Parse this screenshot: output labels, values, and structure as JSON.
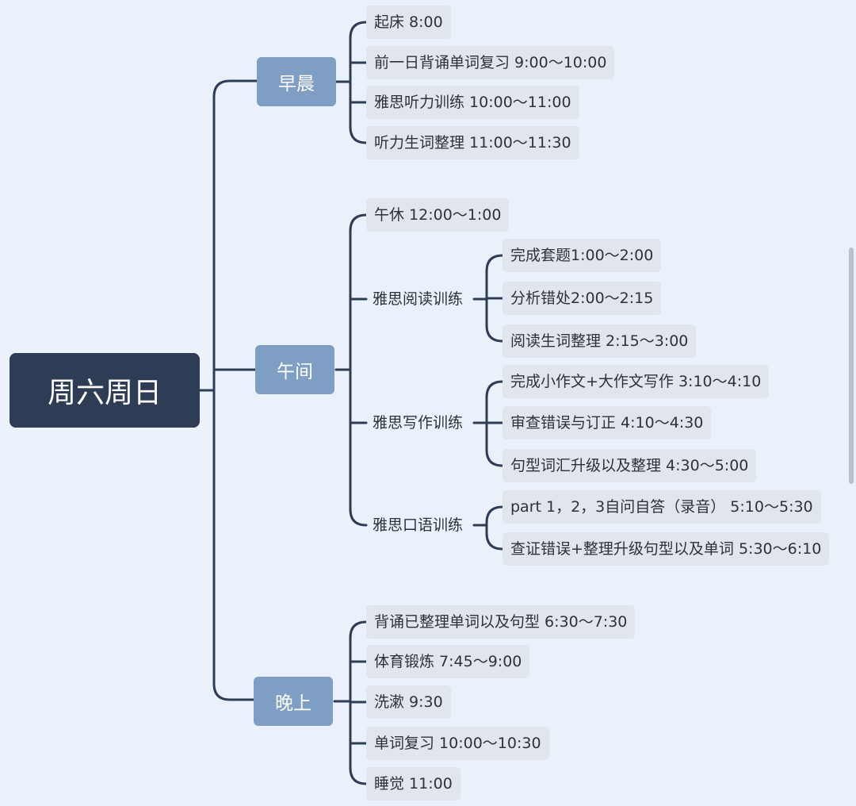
{
  "root": "周六周日",
  "sections": [
    {
      "label": "早晨",
      "items": [
        "起床 8:00",
        "前一日背诵单词复习 9:00～10:00",
        "雅思听力训练 10:00～11:00",
        "听力生词整理 11:00～11:30"
      ]
    },
    {
      "label": "午间",
      "items": [
        "午休 12:00～1:00",
        "雅思阅读训练",
        "完成套题1:00～2:00",
        "分析错处2:00～2:15",
        "阅读生词整理 2:15～3:00",
        "雅思写作训练",
        "完成小作文+大作文写作 3:10～4:10",
        "审查错误与订正 4:10～4:30",
        "句型词汇升级以及整理 4:30～5:00",
        "雅思口语训练",
        "part 1，2，3自问自答（录音） 5:10～5:30",
        "查证错误+整理升级句型以及单词 5:30～6:10"
      ]
    },
    {
      "label": "晚上",
      "items": [
        "背诵已整理单词以及句型 6:30～7:30",
        "体育锻炼 7:45～9:00",
        "洗漱 9:30",
        "单词复习 10:00～10:30",
        "睡觉 11:00"
      ]
    }
  ],
  "colors": {
    "background": "#eaf1fb",
    "root": "#2e3d55",
    "section": "#7f9ec4",
    "leaf": "#e1e6ee",
    "line": "#2e3d55"
  }
}
